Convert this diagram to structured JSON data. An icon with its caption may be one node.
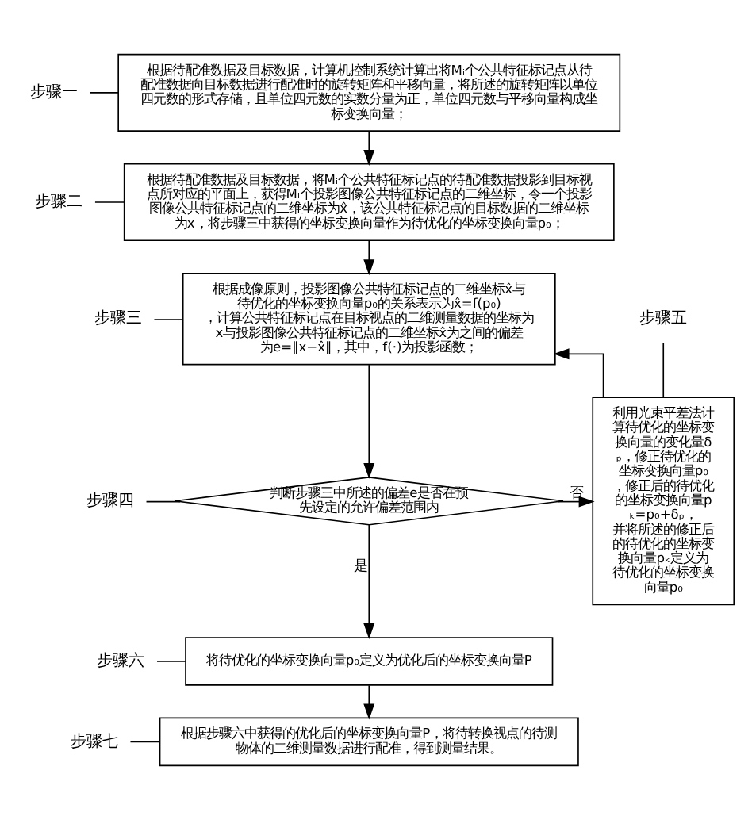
{
  "diagram": {
    "nodes": [
      {
        "text": [
          "步骤一"
        ]
      },
      {
        "text": [
          "根据待配准数据及目标数据，计算机控制系统计算出将Mᵢ个公共特征标记点从待配准数据向目标数据进行配准时的旋转矩阵和平移向量，将所述的旋转矩阵以单位四元数的形式存储，且单位四元数的实数分量为正，单位四元数与平移向量构成坐标变换向量；"
        ]
      },
      {
        "text": [
          "步骤二"
        ]
      },
      {
        "text": [
          "根据待配准数据及目标数据，将Mᵢ个公共特征标记点的待配准数据投影到目标视点所对应的平面上，获得Mᵢ个投影图像公共特征标记点的二维坐标，令一个投影图像公共特征标记点的二维坐标为x̂，该公共特征标记点的目标数据的二维坐标为x，将步骤三中获得的坐标变换向量作为待优化的坐标变换向量p₀；"
        ]
      },
      {
        "text": [
          "步骤三"
        ]
      },
      {
        "text": [
          "根据成像原则，投影图像公共特征标记点的二维坐标x̂与待优化的坐标变换向量p₀的关系表示为x̂=f(p₀)，计算公共特征标记点在目标视点的二维测量数据的坐标为x与投影图像公共特征标记点的二维坐标x̂为之间的偏差为e=‖x−x̂‖，其中，f(·)为投影函数；"
        ]
      },
      {
        "text": [
          "步骤四"
        ]
      },
      {
        "text": [
          "判断步骤三中所述的偏差e是否在预先设定的允许偏差范围内"
        ]
      },
      {
        "text": [
          "利用光束平差法计算待优化的坐标变换向量的变化量δₚ，修正待优化的坐标变换向量p₀，修正后的待优化的坐标变换向量pₖ=p₀+δₚ，并将所述的修正后的待优化的坐标变换向量pₖ定义为待优化的坐标变换向量p₀"
        ]
      },
      {
        "text": [
          "步骤五"
        ]
      },
      {
        "text": [
          "步骤六"
        ]
      },
      {
        "text": [
          "将待优化的坐标变换向量p₀定义为优化后的坐标变换向量P"
        ]
      },
      {
        "text": [
          "步骤七"
        ]
      },
      {
        "text": [
          "根据步骤六中获得的优化后的坐标变换向量P，将待转换视点的待测物体的二维测量数据进行配准，得到测量结果。"
        ]
      }
    ],
    "edges": [
      {
        "from": 0,
        "to": 1,
        "arrow": "none"
      },
      {
        "from": 2,
        "to": 3,
        "arrow": "none"
      },
      {
        "from": 4,
        "to": 5,
        "arrow": "none"
      },
      {
        "from": 6,
        "to": 7,
        "arrow": "none"
      },
      {
        "from": 9,
        "to": 8,
        "arrow": "none"
      },
      {
        "from": 10,
        "to": 11,
        "arrow": "none"
      },
      {
        "from": 12,
        "to": 13,
        "arrow": "none"
      },
      {
        "from": 1,
        "to": 3,
        "arrow": "to"
      },
      {
        "from": 3,
        "to": 5,
        "arrow": "to"
      },
      {
        "from": 5,
        "to": 7,
        "arrow": "to"
      },
      {
        "from": 7,
        "to": 8,
        "arrow": "to",
        "label": "否"
      },
      {
        "from": 8,
        "to": 5,
        "arrow": "to"
      },
      {
        "from": 7,
        "to": 11,
        "arrow": "to",
        "label": "是"
      },
      {
        "from": 11,
        "to": 13,
        "arrow": "to"
      }
    ]
  }
}
